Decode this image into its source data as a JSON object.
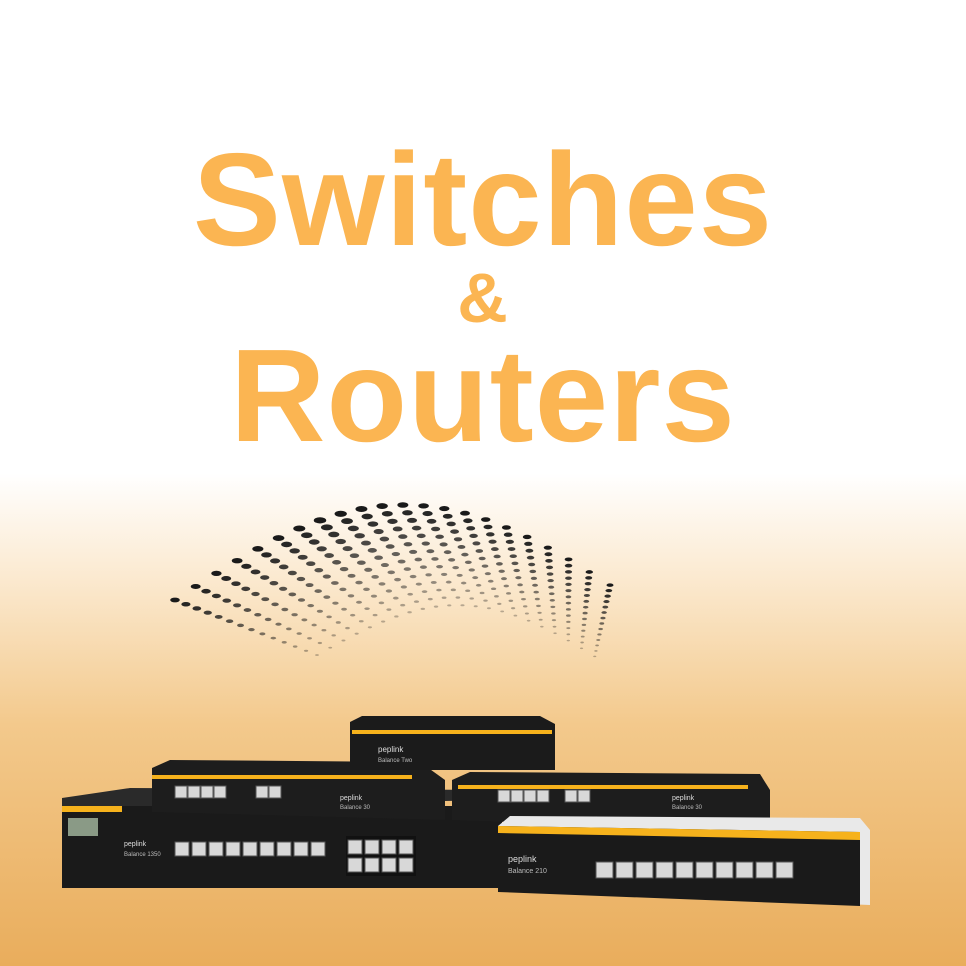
{
  "headline": {
    "line1": "Switches",
    "ampersand": "&",
    "line2": "Routers"
  },
  "colors": {
    "headline": "#fbb552",
    "device_body": "#1c1c1c",
    "device_stripe": "#f6b21c",
    "background_bottom": "#e9ad5c"
  },
  "devices": [
    {
      "brand": "peplink",
      "model": "Balance Two"
    },
    {
      "brand": "peplink",
      "model": "Balance 30"
    },
    {
      "brand": "peplink",
      "model": "Balance 30"
    },
    {
      "brand": "peplink",
      "model": "Balance 1350"
    },
    {
      "brand": "peplink",
      "model": "Balance 210"
    }
  ]
}
